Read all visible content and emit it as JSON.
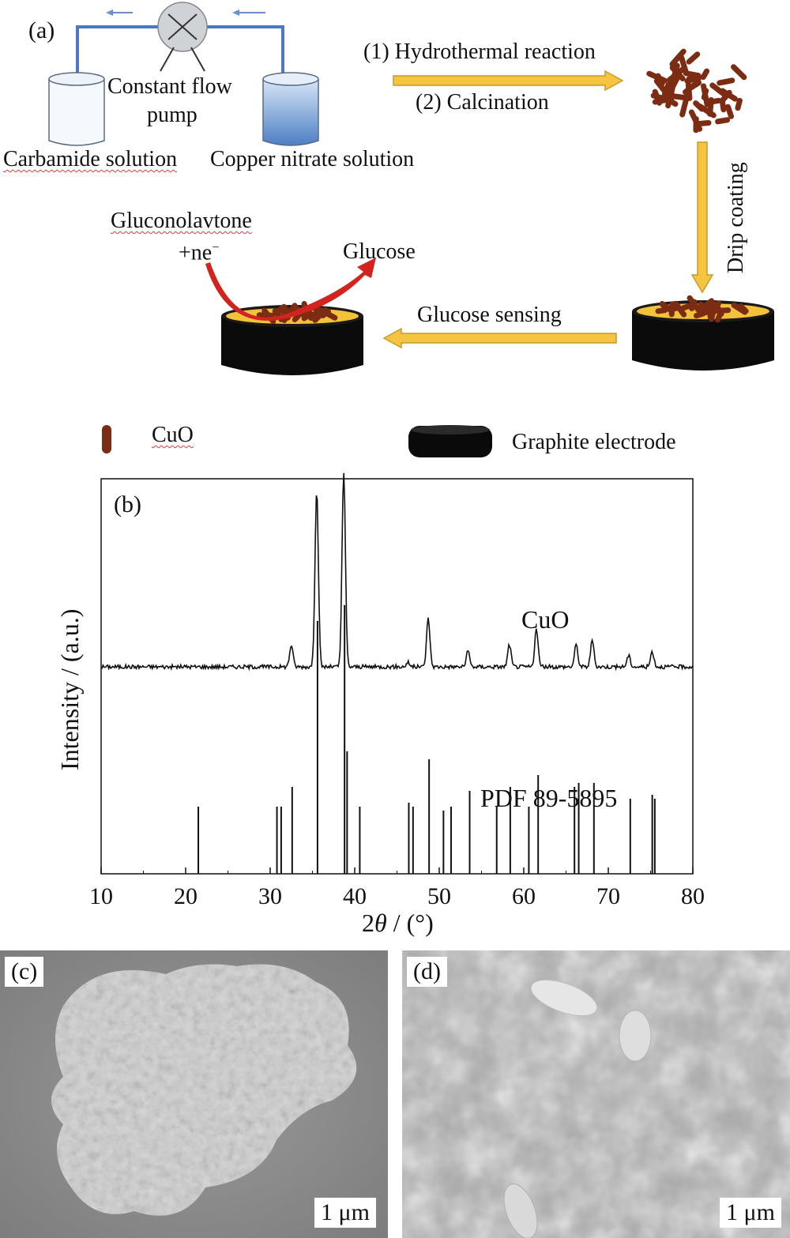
{
  "panel_a": {
    "letter": "(a)",
    "pump_label_1": "Constant flow",
    "pump_label_2": "pump",
    "carbamide": "Carbamide solution",
    "copper_nitrate": "Copper nitrate solution",
    "step1": "(1) Hydrothermal reaction",
    "step2": "(2) Calcination",
    "drip": "Drip coating",
    "gluconolactone": "Gluconolavtone",
    "ne": "+ne",
    "ne_sup": "−",
    "glucose": "Glucose",
    "glucose_sensing": "Glucose sensing",
    "legend_cuo": "CuO",
    "legend_graphite": "Graphite electrode"
  },
  "chart_data": {
    "type": "line",
    "panel_letter": "(b)",
    "xlabel_prefix": "2",
    "xlabel_theta": "θ",
    "xlabel_suffix": " / (°)",
    "ylabel": "Intensity / (a.u.)",
    "xlim": [
      10,
      80
    ],
    "xticks": [
      10,
      20,
      30,
      40,
      50,
      60,
      70,
      80
    ],
    "series_label": "CuO",
    "reference_label": "PDF 89-5895",
    "pattern_peaks": [
      {
        "x": 32.5,
        "h": 0.1
      },
      {
        "x": 35.5,
        "h": 0.8
      },
      {
        "x": 38.7,
        "h": 0.88
      },
      {
        "x": 46.3,
        "h": 0.02
      },
      {
        "x": 48.7,
        "h": 0.22
      },
      {
        "x": 53.4,
        "h": 0.07
      },
      {
        "x": 58.3,
        "h": 0.1
      },
      {
        "x": 61.5,
        "h": 0.17
      },
      {
        "x": 66.2,
        "h": 0.1
      },
      {
        "x": 68.1,
        "h": 0.12
      },
      {
        "x": 72.4,
        "h": 0.05
      },
      {
        "x": 75.2,
        "h": 0.07
      }
    ],
    "reference_lines": [
      {
        "x": 21.5,
        "h": 0.17
      },
      {
        "x": 30.8,
        "h": 0.17
      },
      {
        "x": 31.3,
        "h": 0.17
      },
      {
        "x": 32.6,
        "h": 0.22
      },
      {
        "x": 35.6,
        "h": 0.64
      },
      {
        "x": 38.8,
        "h": 0.68
      },
      {
        "x": 39.1,
        "h": 0.31
      },
      {
        "x": 40.6,
        "h": 0.17
      },
      {
        "x": 46.4,
        "h": 0.18
      },
      {
        "x": 46.9,
        "h": 0.17
      },
      {
        "x": 48.8,
        "h": 0.29
      },
      {
        "x": 50.5,
        "h": 0.16
      },
      {
        "x": 51.4,
        "h": 0.17
      },
      {
        "x": 53.6,
        "h": 0.21
      },
      {
        "x": 56.8,
        "h": 0.17
      },
      {
        "x": 58.4,
        "h": 0.22
      },
      {
        "x": 60.6,
        "h": 0.17
      },
      {
        "x": 61.7,
        "h": 0.25
      },
      {
        "x": 66.0,
        "h": 0.22
      },
      {
        "x": 66.5,
        "h": 0.23
      },
      {
        "x": 68.3,
        "h": 0.23
      },
      {
        "x": 72.6,
        "h": 0.19
      },
      {
        "x": 75.2,
        "h": 0.2
      },
      {
        "x": 75.5,
        "h": 0.19
      }
    ]
  },
  "panel_c": {
    "letter": "(c)",
    "scale": "1 μm"
  },
  "panel_d": {
    "letter": "(d)",
    "scale": "1 μm"
  },
  "colors": {
    "arrow_fill": "#f5c542",
    "arrow_edge": "#c99a2e",
    "pipe": "#4a78c2",
    "cuo_brown": "#7b2c12",
    "electrode_top": "#f2c23a",
    "red_curve": "#d2231e"
  }
}
